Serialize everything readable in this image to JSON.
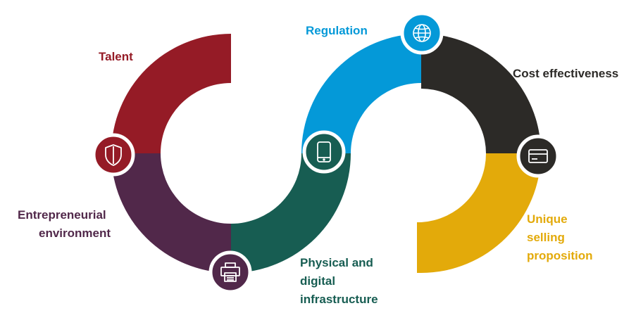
{
  "segments": [
    {
      "id": "talent",
      "lines": [
        "Talent"
      ],
      "color": "#951b26",
      "icon": "shield-icon"
    },
    {
      "id": "entrepreneurial",
      "lines": [
        "Entrepreneurial",
        "environment"
      ],
      "color": "#51284a",
      "icon": "printer-icon"
    },
    {
      "id": "infrastructure",
      "lines": [
        "Physical and",
        "digital",
        "infrastructure"
      ],
      "color": "#175d52",
      "icon": "mobile-phone-icon"
    },
    {
      "id": "regulation",
      "lines": [
        "Regulation"
      ],
      "color": "#0499d8",
      "icon": "globe-icon"
    },
    {
      "id": "cost",
      "lines": [
        "Cost effectiveness"
      ],
      "color": "#2c2a27",
      "icon": "credit-card-icon"
    },
    {
      "id": "usp",
      "lines": [
        "Unique",
        "selling",
        "proposition"
      ],
      "color": "#e3aa0a",
      "icon": ""
    }
  ]
}
